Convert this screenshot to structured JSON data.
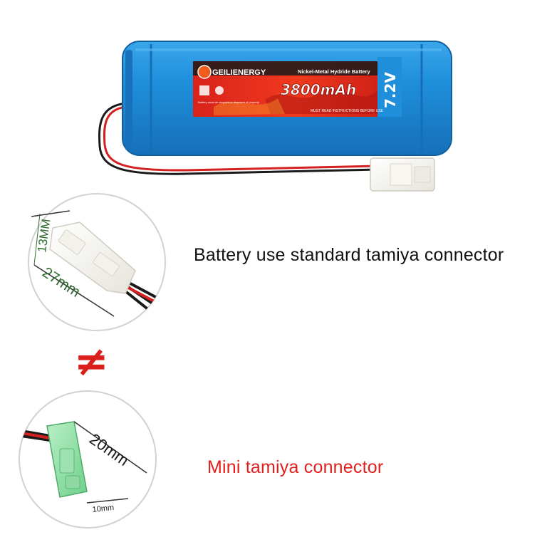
{
  "battery": {
    "brand": "GEILIENERGY",
    "type": "Nickel-Metal Hydride Battery",
    "capacity": "3800mAh",
    "voltage": "7.2V",
    "warning": "MUST READ INSTRUCTIONS BEFORE USE",
    "recycle_text": "Battery must be recycled or disposed of properly"
  },
  "standard_connector": {
    "caption": "Battery use standard tamiya connector",
    "dim_height": "13MM",
    "dim_length": "27mm"
  },
  "mini_connector": {
    "caption": "Mini tamiya connector",
    "dim_length": "20mm",
    "dim_width": "10mm"
  },
  "not_equal_symbol": "≠",
  "colors": {
    "battery_blue": "#1e8ad6",
    "label_red": "#e8261a",
    "caption_red": "#e0201e",
    "dimension_green": "#2e6b2e"
  }
}
